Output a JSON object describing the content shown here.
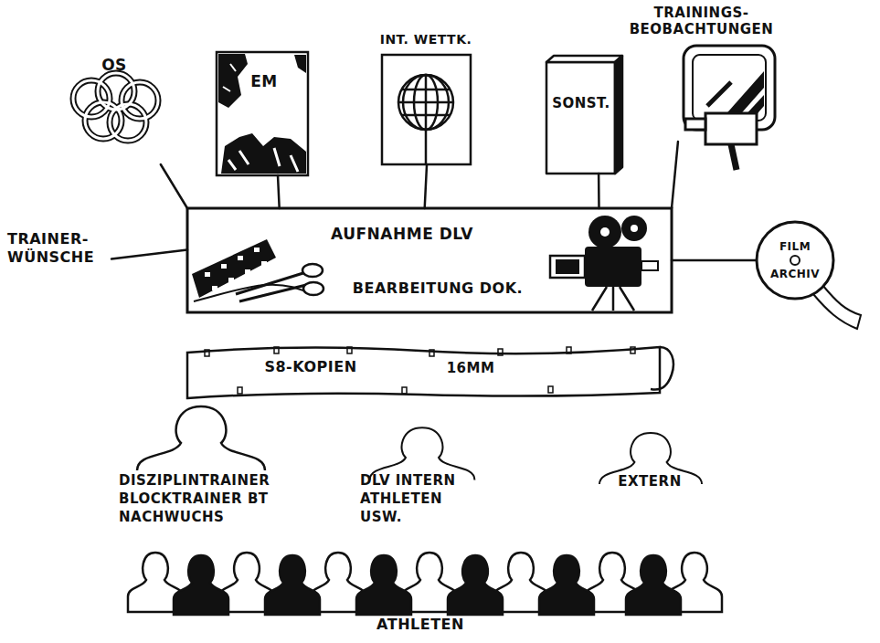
{
  "diagram": {
    "nodes": [
      {
        "text": [
          "OS"
        ]
      },
      {
        "text": [
          "EM"
        ]
      },
      {
        "text": [
          "INT. WETTK."
        ]
      },
      {
        "text": [
          "SONST."
        ]
      },
      {
        "text": [
          "TRAININGS- BEOBACHTUNGEN"
        ]
      },
      {
        "text": [
          "TRAINER- WÜNSCHE"
        ]
      },
      {
        "text": [
          "AUFNAHME DLV",
          "BEARBEITUNG DOK."
        ]
      },
      {
        "text": [
          "FILM ARCHIV"
        ]
      },
      {
        "text": [
          "S8-KOPIEN",
          "16MM"
        ]
      },
      {
        "text": [
          "DISZIPLINTRAINER BLOCKTRAINER BT NACHWUCHS"
        ]
      },
      {
        "text": [
          "DLV INTERN ATHLETEN USW."
        ]
      },
      {
        "text": [
          "EXTERN"
        ]
      },
      {
        "text": [
          "ATHLETEN"
        ]
      }
    ],
    "edges": [
      {
        "from": 0,
        "to": 6,
        "arrow": "none"
      },
      {
        "from": 1,
        "to": 6,
        "arrow": "none"
      },
      {
        "from": 2,
        "to": 6,
        "arrow": "none"
      },
      {
        "from": 3,
        "to": 6,
        "arrow": "none"
      },
      {
        "from": 4,
        "to": 6,
        "arrow": "none"
      },
      {
        "from": 5,
        "to": 6,
        "arrow": "none"
      },
      {
        "from": 6,
        "to": 7,
        "arrow": "none"
      }
    ]
  }
}
